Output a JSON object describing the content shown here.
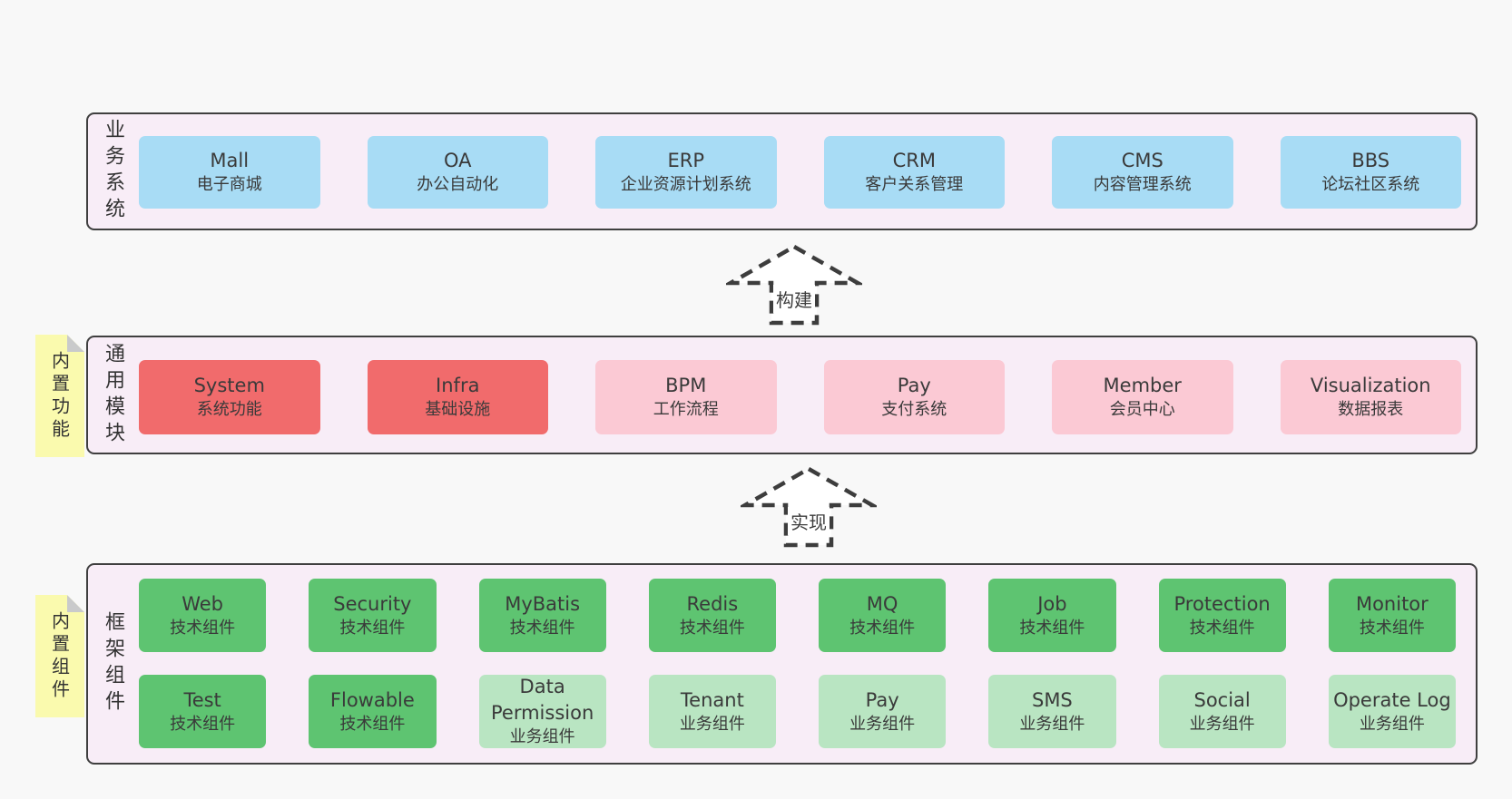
{
  "colors": {
    "box_blue": "#a8dcf5",
    "box_red": "#f16b6c",
    "box_pink": "#fbc9d4",
    "box_green": "#5ec471",
    "box_light_green": "#b9e5c2",
    "section_bg": "#f8edf7",
    "note_yellow": "#fafaae",
    "border": "#3f3f3f",
    "fold_gray": "#c9cacb",
    "page_bg": "#f8f8f8",
    "text": "#3a3a3a"
  },
  "sections": [
    {
      "label": "业务系统",
      "boxes": [
        {
          "name": "Mall",
          "desc": "电子商城"
        },
        {
          "name": "OA",
          "desc": "办公自动化"
        },
        {
          "name": "ERP",
          "desc": "企业资源计划系统"
        },
        {
          "name": "CRM",
          "desc": "客户关系管理"
        },
        {
          "name": "CMS",
          "desc": "内容管理系统"
        },
        {
          "name": "BBS",
          "desc": "论坛社区系统"
        }
      ]
    },
    {
      "label": "通用模块",
      "note": "内置功能",
      "boxes": [
        {
          "name": "System",
          "desc": "系统功能"
        },
        {
          "name": "Infra",
          "desc": "基础设施"
        },
        {
          "name": "BPM",
          "desc": "工作流程"
        },
        {
          "name": "Pay",
          "desc": "支付系统"
        },
        {
          "name": "Member",
          "desc": "会员中心"
        },
        {
          "name": "Visualization",
          "desc": "数据报表"
        }
      ]
    },
    {
      "label": "框架组件",
      "note": "内置组件",
      "rows": [
        [
          {
            "name": "Web",
            "desc": "技术组件"
          },
          {
            "name": "Security",
            "desc": "技术组件"
          },
          {
            "name": "MyBatis",
            "desc": "技术组件"
          },
          {
            "name": "Redis",
            "desc": "技术组件"
          },
          {
            "name": "MQ",
            "desc": "技术组件"
          },
          {
            "name": "Job",
            "desc": "技术组件"
          },
          {
            "name": "Protection",
            "desc": "技术组件"
          },
          {
            "name": "Monitor",
            "desc": "技术组件"
          }
        ],
        [
          {
            "name": "Test",
            "desc": "技术组件"
          },
          {
            "name": "Flowable",
            "desc": "技术组件"
          },
          {
            "name": "Data Permission",
            "desc": "业务组件"
          },
          {
            "name": "Tenant",
            "desc": "业务组件"
          },
          {
            "name": "Pay",
            "desc": "业务组件"
          },
          {
            "name": "SMS",
            "desc": "业务组件"
          },
          {
            "name": "Social",
            "desc": "业务组件"
          },
          {
            "name": "Operate Log",
            "desc": "业务组件"
          }
        ]
      ]
    }
  ],
  "arrows": [
    {
      "label": "构建"
    },
    {
      "label": "实现"
    }
  ]
}
